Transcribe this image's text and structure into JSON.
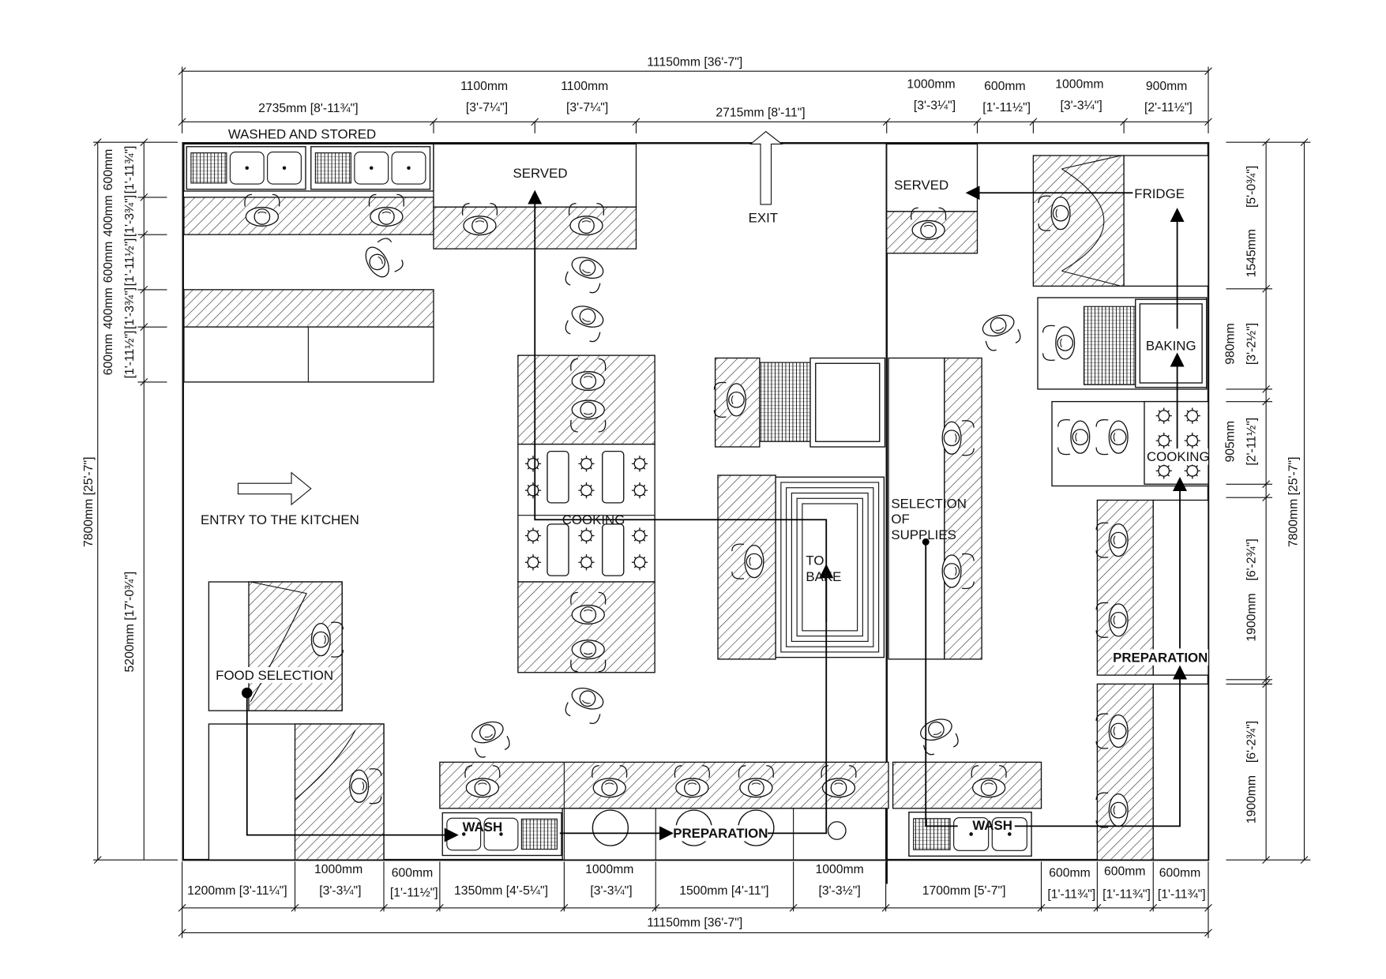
{
  "drawing": {
    "top_dims": {
      "overall": "11150mm [36'-7\"]",
      "seg1": "2735mm [8'-11¾\"]",
      "seg2_mm": "1100mm",
      "seg2_imp": "[3'-7¼\"]",
      "seg3_mm": "1100mm",
      "seg3_imp": "[3'-7¼\"]",
      "seg4": "2715mm [8'-11\"]",
      "seg5_mm": "1000mm",
      "seg5_imp": "[3'-3¼\"]",
      "seg6_mm": "600mm",
      "seg6_imp": "[1'-11½\"]",
      "seg7_mm": "1000mm",
      "seg7_imp": "[3'-3¼\"]",
      "seg8_mm": "900mm",
      "seg8_imp": "[2'-11½\"]"
    },
    "bottom_dims": {
      "overall": "11150mm [36'-7\"]",
      "seg1": "1200mm [3'-11¼\"]",
      "seg2_mm": "1000mm",
      "seg2_imp": "[3'-3¼\"]",
      "seg3_mm": "600mm",
      "seg3_imp": "[1'-11½\"]",
      "seg4": "1350mm [4'-5¼\"]",
      "seg5_mm": "1000mm",
      "seg5_imp": "[3'-3¼\"]",
      "seg6": "1500mm [4'-11\"]",
      "seg7_mm": "1000mm",
      "seg7_imp": "[3'-3½\"]",
      "seg8": "1700mm [5'-7\"]",
      "seg9_mm": "600mm",
      "seg9_imp": "[1'-11¾\"]",
      "seg10_mm": "600mm",
      "seg10_imp": "[1'-11¾\"]",
      "seg11_mm": "600mm",
      "seg11_imp": "[1'-11¾\"]"
    },
    "left_dims": {
      "overall": "7800mm [25'-7\"]",
      "lower": "5200mm [17'-0¾\"]",
      "s1_mm": "600mm",
      "s1_imp": "[1'-11¾\"]",
      "s2_mm": "400mm",
      "s2_imp": "[1'-3¾\"]",
      "s3_mm": "600mm",
      "s3_imp": "[1'-11½\"]",
      "s4_mm": "400mm",
      "s4_imp": "[1'-3¾\"]",
      "s5_mm": "600mm",
      "s5_imp": "[1'-11½\"]"
    },
    "right_dims": {
      "overall": "7800mm [25'-7\"]",
      "r1_mm": "1545mm",
      "r1_imp": "[5'-0¾\"]",
      "r2_mm": "980mm",
      "r2_imp": "[3'-2½\"]",
      "r3_mm": "905mm",
      "r3_imp": "[2'-11½\"]",
      "r4_mm": "1900mm",
      "r4_imp": "[6'-2¾\"]",
      "r5_mm": "1900mm",
      "r5_imp": "[6'-2¾\"]"
    },
    "zones": {
      "washed_stored": "WASHED AND STORED",
      "served_left": "SERVED",
      "exit": "EXIT",
      "served_right": "SERVED",
      "fridge": "FRIDGE",
      "baking": "BAKING",
      "cooking_right": "COOKING",
      "entry": "ENTRY TO THE KITCHEN",
      "cooking_center": "COOKING",
      "to_bake_1": "TO",
      "to_bake_2": "BAKE",
      "supplies_1": "SELECTION",
      "supplies_2": "OF",
      "supplies_3": "SUPPLIES",
      "food_selection": "FOOD SELECTION",
      "preparation_right": "PREPARATION",
      "wash_left": "WASH",
      "preparation_bottom": "PREPARATION",
      "wash_right": "WASH"
    }
  }
}
